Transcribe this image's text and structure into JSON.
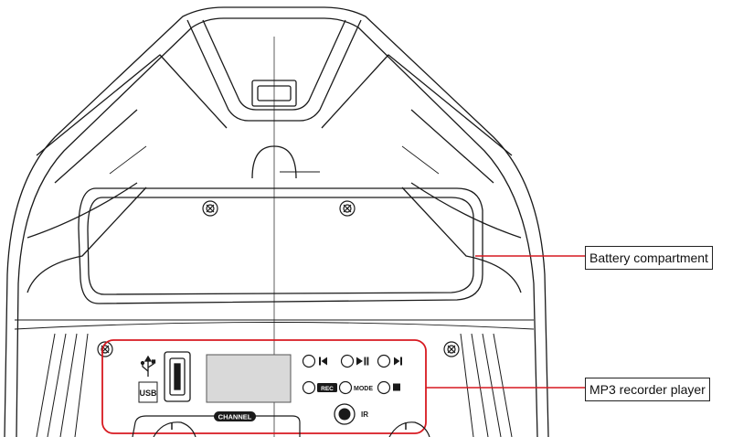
{
  "callouts": {
    "battery": "Battery compartment",
    "mp3": "MP3 recorder player"
  },
  "panel": {
    "rec_label": "REC",
    "mode_label": "MODE",
    "ir_label": "IR",
    "channel_label": "CHANNEL",
    "usb_label": "USB"
  },
  "icons": [
    "usb-icon",
    "previous-icon",
    "play-pause-icon",
    "next-icon",
    "stop-icon",
    "screw-icon"
  ],
  "colors": {
    "callout_line": "#d71920",
    "highlight": "#d71920",
    "line_art": "#1a1a1a"
  }
}
